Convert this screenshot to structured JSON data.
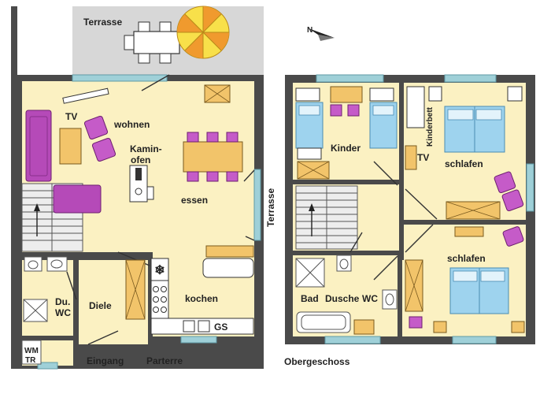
{
  "labels": {
    "terrasse_top": "Terrasse",
    "terrasse_side": "Terrasse",
    "tv_ground": "TV",
    "wohnen": "wohnen",
    "kamin_line1": "Kamin-",
    "kamin_line2": "ofen",
    "essen": "essen",
    "kochen": "kochen",
    "gs": "GS",
    "diele": "Diele",
    "du_line1": "Du.",
    "du_line2": "WC",
    "wm_line1": "WM",
    "wm_line2": "TR",
    "eingang": "Eingang",
    "parterre": "Parterre",
    "kinder": "Kinder",
    "kinderbett": "Kinderbett",
    "tv_upper": "TV",
    "schlafen_1": "schlafen",
    "schlafen_2": "schlafen",
    "bad": "Bad",
    "dusche": "Dusche",
    "wc_upper": "WC",
    "obergeschoss": "Obergeschoss"
  },
  "colors": {
    "wall": "#4a4a4a",
    "floor": "#fbf1c2",
    "terrace": "#d7d7d7",
    "window": "#9fd0d8",
    "bed": "#9ed3ee",
    "cabinet": "#f2c46a",
    "sofa": "#b54ab8"
  },
  "icons": {
    "compass": "north-arrow-icon",
    "parasol": "parasol-icon",
    "fridge": "snowflake-icon"
  }
}
